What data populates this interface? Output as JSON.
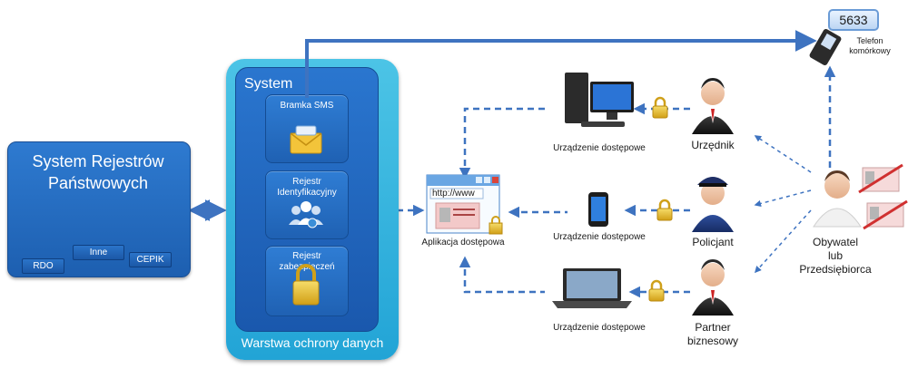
{
  "registry": {
    "title_line1": "System Rejestrów",
    "title_line2": "Państwowych",
    "databases": [
      "RDO",
      "Inne",
      "CEPIK"
    ]
  },
  "system": {
    "title": "System",
    "footer": "Warstwa ochrony danych",
    "modules": [
      {
        "line1": "Bramka SMS",
        "line2": ""
      },
      {
        "line1": "Rejestr",
        "line2": "Identyfikacyjny"
      },
      {
        "line1": "Rejestr",
        "line2": "zabezpieczeń"
      }
    ]
  },
  "app": {
    "url": "http://www",
    "label": "Aplikacja dostępowa"
  },
  "devices": {
    "desktop_label": "Urządzenie dostępowe",
    "phone_label": "Urządzenie dostępowe",
    "laptop_label": "Urządzenie dostępowe"
  },
  "roles": {
    "clerk": "Urzędnik",
    "police": "Policjant",
    "partner_line1": "Partner",
    "partner_line2": "biznesowy",
    "citizen_line1": "Obywatel",
    "citizen_line2": "lub",
    "citizen_line3": "Przedsiębiorca"
  },
  "mobile": {
    "code": "5633",
    "label_line1": "Telefon",
    "label_line2": "komórkowy"
  },
  "colors": {
    "arrow_blue": "#3e73c0",
    "system_cyan": "#2aa8d8",
    "module_blue": "#1f63b5",
    "lock_gold": "#e5bb2b"
  }
}
